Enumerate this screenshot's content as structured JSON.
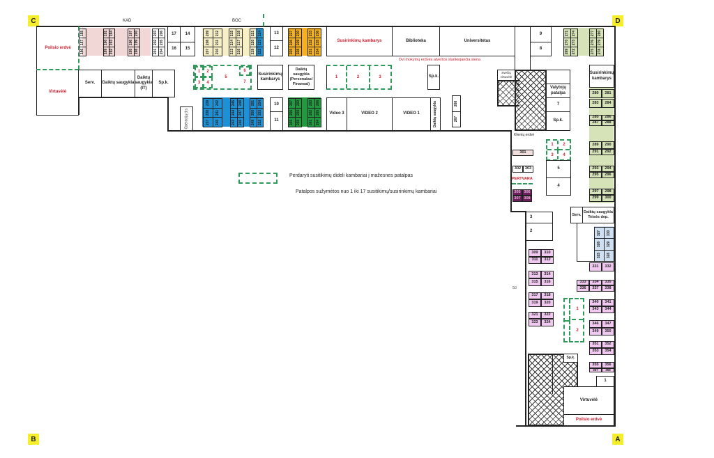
{
  "corners": {
    "c": "C",
    "d": "D",
    "b": "B",
    "a": "A"
  },
  "labels": {
    "kad": "KAD",
    "boc": "BOC",
    "fifty": "50",
    "open_spaces_note": "Dvi mokymų erdvės atvertos slankiojančia siena",
    "klientu_erdve": "Klientų erdvė",
    "pertvara": "PERTVARA"
  },
  "legend": {
    "dashed_meaning": "Perdaryti susitikimų dideli kambariai į mažesnes patalpas",
    "numbering_note": "Patalpos sužymėtos  nuo 1 iki 17 susitikimų/susirinkimų kambariai"
  },
  "rooms": {
    "poilsio_left": "Poilsio erdvė",
    "virtuvele_left": "Virtuvėlė",
    "serv_left": "Serv.",
    "daiktu_left": "Daiktų saugykla",
    "daiktu_it": "Daiktų saugykla (IT)",
    "spk_left": "Sp.k.",
    "r17": "17",
    "r14": "14",
    "r16": "16",
    "r15": "15",
    "r13": "13",
    "r12": "12",
    "r10": "10",
    "r11": "11",
    "r9": "9",
    "r8": "8",
    "susirinkimu_top": "Susirinkimų kambarys",
    "biblioteka": "Biblioteka",
    "universitetas": "Universitetas",
    "susirinkimu_mid": "Susirinkimų kambarys",
    "daiktu_personalas": "Daiktų saugykla (Personalas/ Finansai)",
    "spk_mid": "Sp.k.",
    "video3": "Video 3",
    "video2": "VIDEO 2",
    "video1": "VIDEO 1",
    "daiktu_video": "Daiktų saugykla",
    "operaciju": "Operacijų d.s.",
    "sveciu_virtuvele": "Svečių virtuvėlė",
    "valytoju": "Valytojų patalpa",
    "r7": "7",
    "spk_right": "Sp.k.",
    "susirinkimu_right": "Susirinkimų kambarys",
    "r5": "5",
    "r4": "4",
    "r3": "3",
    "r2": "2",
    "serv_right": "Serv.",
    "daiktu_teises": "Daiktų saugykla Teisės dep.",
    "spk_bottom": "Sp.k.",
    "r1": "1",
    "virtuvele_right": "Virtuvėlė",
    "poilsio_right": "Poilsio erdvė"
  },
  "dashed_groups": {
    "left": [
      "1",
      "2",
      "3",
      "4",
      "5",
      "6",
      "7"
    ],
    "mid": [
      "1",
      "2",
      "3"
    ],
    "right": [
      "1",
      "2",
      "3",
      "4"
    ],
    "bottom": [
      "1",
      "2"
    ]
  },
  "desks_vertical": {
    "g186": [
      "186",
      "187",
      "188"
    ],
    "g189": [
      "189",
      "190",
      "191",
      "192",
      "193",
      "194"
    ],
    "g195": [
      "195",
      "196",
      "197",
      "198",
      "199",
      "200"
    ],
    "g201": [
      "201",
      "202",
      "203",
      "204",
      "205",
      "206"
    ],
    "g207": [
      "207",
      "208",
      "209",
      "210",
      "211",
      "212"
    ],
    "g213": [
      "213",
      "214",
      "215",
      "216",
      "217",
      "218"
    ],
    "g219": [
      "219",
      "220",
      "221",
      "222",
      "223",
      "224"
    ],
    "g225": [
      "225",
      "226",
      "227",
      "228",
      "229",
      "230"
    ],
    "g231": [
      "231",
      "232",
      "233",
      "234",
      "235",
      "236"
    ],
    "g237": [
      "237",
      "238",
      "239",
      "240",
      "241",
      "242"
    ],
    "g243": [
      "243",
      "244",
      "245",
      "246",
      "247",
      "248"
    ],
    "g249": [
      "249",
      "250",
      "251",
      "252",
      "253",
      "254"
    ],
    "g255": [
      "255",
      "256",
      "257",
      "258",
      "259",
      "260"
    ],
    "g261": [
      "261",
      "262",
      "263",
      "264",
      "265",
      "266"
    ],
    "g267": [
      "267",
      "268"
    ],
    "g269": [
      "269",
      "270",
      "271",
      "272",
      "273",
      "274"
    ],
    "g275": [
      "275",
      "276",
      "277",
      "278",
      "279",
      "280"
    ],
    "g325": [
      "325",
      "326",
      "327",
      "328",
      "329",
      "330"
    ]
  },
  "desks_horizontal": [
    [
      "280",
      "281"
    ],
    [
      "283",
      "284"
    ],
    [
      "285",
      "286"
    ],
    [
      "287",
      "288"
    ],
    [
      "289",
      "290"
    ],
    [
      "291",
      "292"
    ],
    [
      "293",
      "294"
    ],
    [
      "295",
      "296"
    ],
    [
      "297",
      "298"
    ],
    [
      "299",
      "300"
    ],
    [
      "301"
    ],
    [
      "302",
      "303"
    ],
    [
      "305",
      "306"
    ],
    [
      "307",
      "308"
    ],
    [
      "309",
      "310"
    ],
    [
      "311",
      "312"
    ],
    [
      "313",
      "314"
    ],
    [
      "315",
      "316"
    ],
    [
      "317",
      "318"
    ],
    [
      "319",
      "320"
    ],
    [
      "321",
      "322"
    ],
    [
      "323",
      "324"
    ],
    [
      "331",
      "332"
    ],
    [
      "333",
      "334",
      "335"
    ],
    [
      "336",
      "337",
      "338"
    ],
    [
      "340",
      "341"
    ],
    [
      "343",
      "344"
    ],
    [
      "346",
      "347"
    ],
    [
      "349",
      "350"
    ],
    [
      "351",
      "352"
    ],
    [
      "353",
      "354"
    ],
    [
      "355",
      "356"
    ],
    [
      "357",
      "358"
    ]
  ],
  "colors": {
    "pink": "#f2d7d7",
    "cream": "#f7f0c6",
    "blue": "#1e90d6",
    "orange": "#f4b020",
    "green": "#1f9a3e",
    "olive": "#d6e3b8",
    "lilac": "#f0c8f0",
    "purple": "#6b1f5a",
    "lightblue": "#cfe0f3",
    "dash": "#2e9a5a",
    "red": "#d0202e"
  }
}
